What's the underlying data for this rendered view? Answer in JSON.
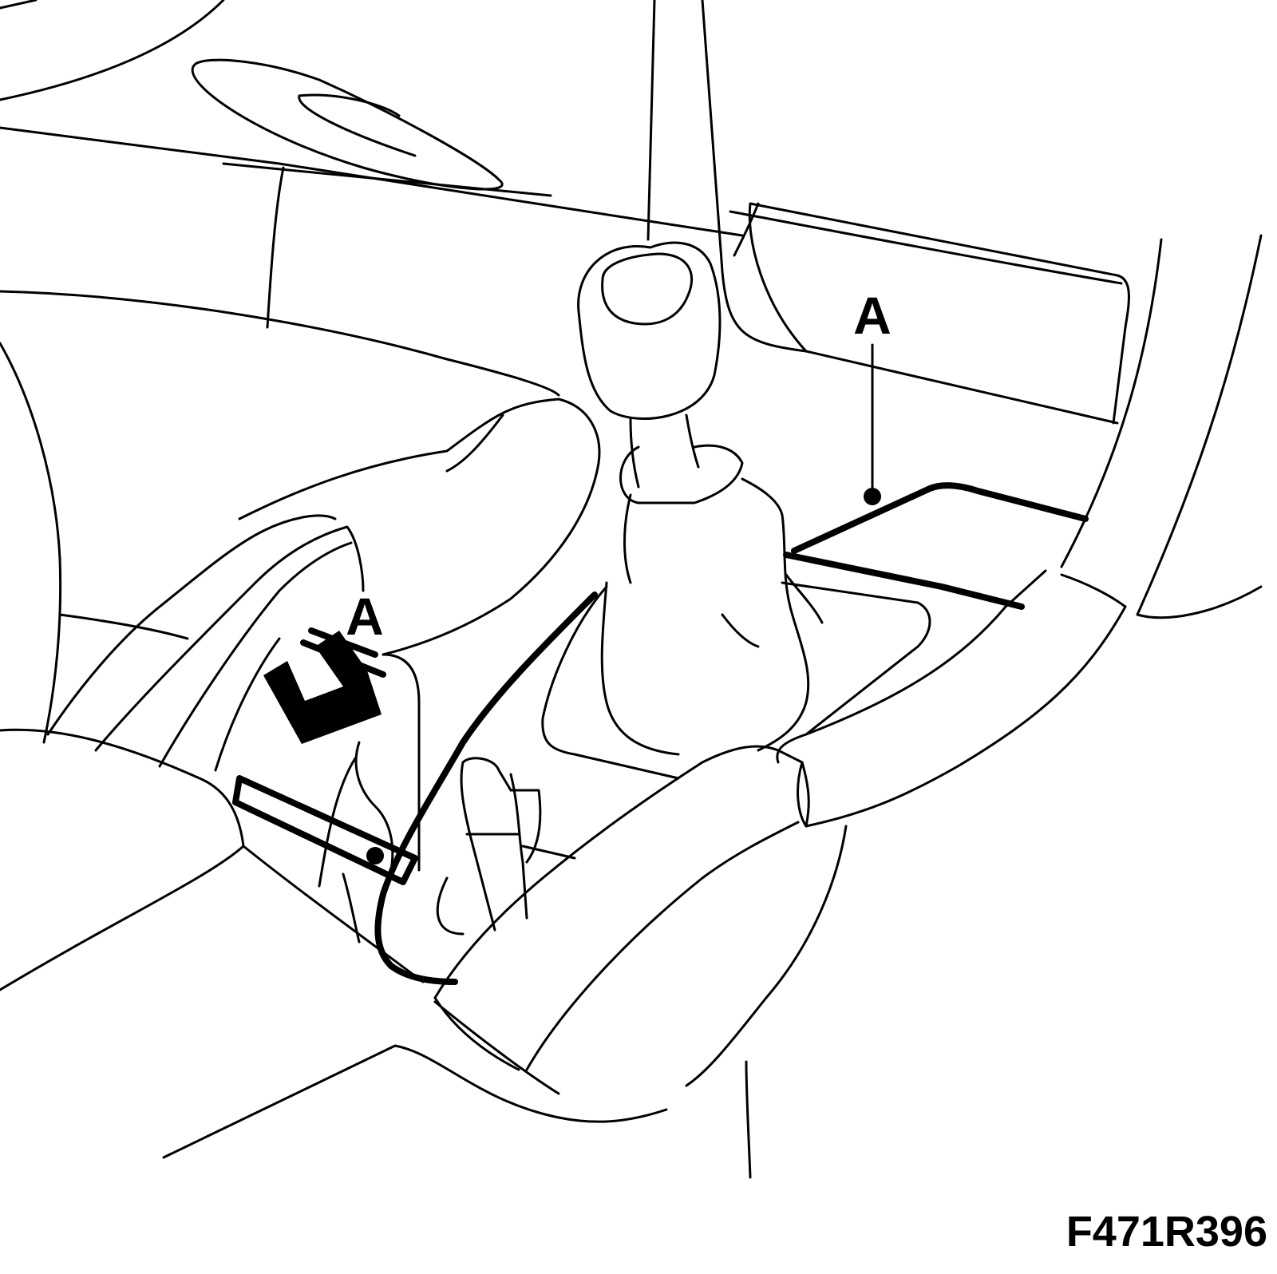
{
  "callouts": [
    {
      "label": "A"
    },
    {
      "label": "A"
    }
  ],
  "figure_id": "F471R396",
  "colors": {
    "line": "#000000",
    "background": "#ffffff"
  }
}
